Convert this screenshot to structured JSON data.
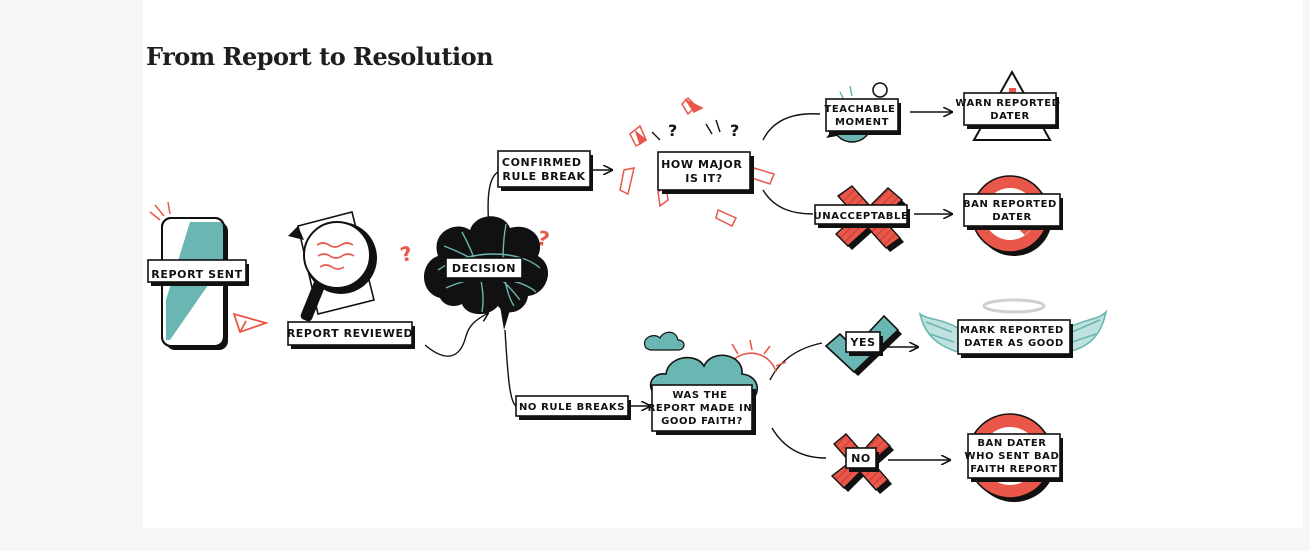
{
  "title": "From Report to Resolution",
  "colors": {
    "teal": "#69b6b2",
    "red": "#e8574a",
    "ink": "#111111",
    "halo": "#cfcfcf"
  },
  "nodes": {
    "report_sent": "REPORT SENT",
    "report_reviewed": "REPORT REVIEWED",
    "decision": "DECISION",
    "confirmed_rule_break": [
      "CONFIRMED",
      "RULE BREAK"
    ],
    "how_major": [
      "HOW MAJOR",
      "IS IT?"
    ],
    "teachable_moment": [
      "TEACHABLE",
      "MOMENT"
    ],
    "warn_reported_dater": [
      "WARN REPORTED",
      "DATER"
    ],
    "unacceptable": "UNACCEPTABLE",
    "ban_reported_dater": [
      "BAN REPORTED",
      "DATER"
    ],
    "no_rule_breaks": "NO RULE BREAKS",
    "good_faith_question": [
      "WAS THE",
      "REPORT MADE IN",
      "GOOD FAITH?"
    ],
    "yes": "YES",
    "mark_reported_dater_good": [
      "MARK REPORTED",
      "DATER AS GOOD"
    ],
    "no": "NO",
    "ban_bad_faith_reporter": [
      "BAN DATER",
      "WHO SENT BAD",
      "FAITH REPORT"
    ]
  },
  "icons": [
    "phone-icon",
    "paper-plane-icon",
    "magnifying-glass-icon",
    "storm-cloud-icon",
    "question-mark-icon",
    "torn-paper-icon",
    "lightbulb-icon",
    "warning-sign-icon",
    "red-x-icon",
    "ban-sign-icon",
    "checkmark-icon",
    "angel-wings-icon",
    "halo-icon",
    "cloud-icon",
    "sun-icon"
  ]
}
